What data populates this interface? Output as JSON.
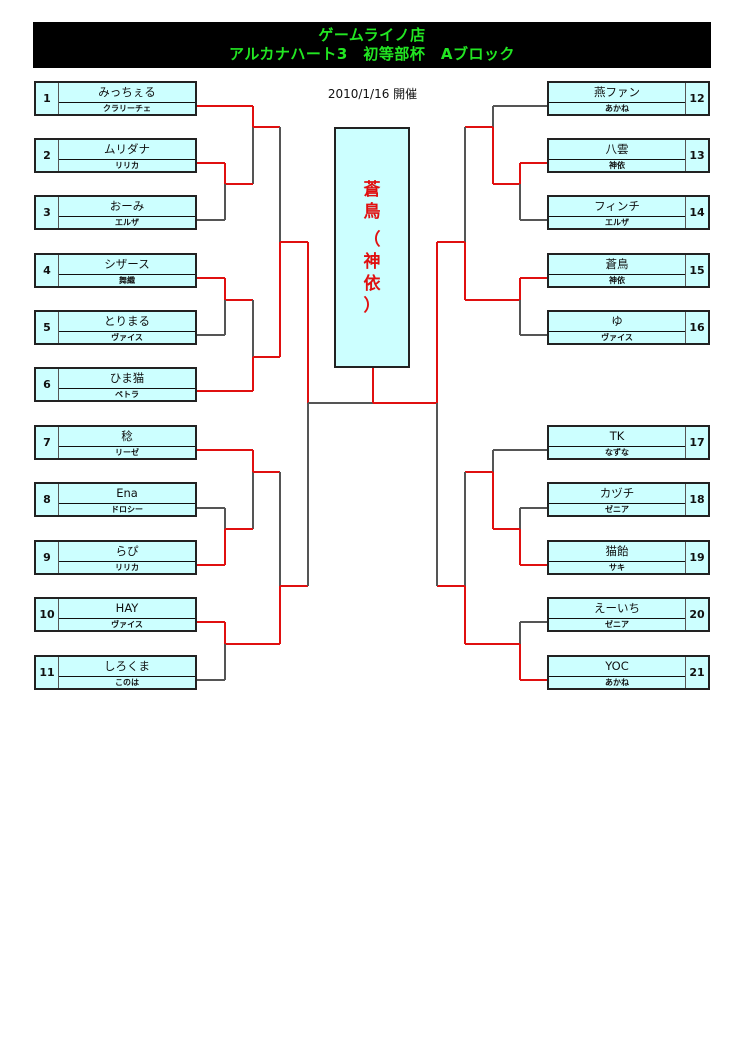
{
  "header": {
    "title_line1": "ゲームライノ店",
    "title_line2": "アルカナハート3　初等部杯　Aブロック"
  },
  "date_label": "2010/1/16  開催",
  "winner": {
    "name": "蒼鳥",
    "character": "神依",
    "vertical_text": [
      "蒼",
      "鳥",
      "（",
      "神",
      "依",
      "）"
    ]
  },
  "colors": {
    "win_line": "#e01010",
    "lose_line": "#555555",
    "box_fill": "#ccffff",
    "header_bg": "#000000",
    "header_text": "#22e622"
  },
  "left_players": [
    {
      "num": "1",
      "name": "みっちぇる",
      "character": "クラリーチェ"
    },
    {
      "num": "2",
      "name": "ムリダナ",
      "character": "リリカ"
    },
    {
      "num": "3",
      "name": "おーみ",
      "character": "エルザ"
    },
    {
      "num": "4",
      "name": "シザース",
      "character": "舞織"
    },
    {
      "num": "5",
      "name": "とりまる",
      "character": "ヴァイス"
    },
    {
      "num": "6",
      "name": "ひま猫",
      "character": "ペトラ"
    },
    {
      "num": "7",
      "name": "稔",
      "character": "リーゼ"
    },
    {
      "num": "8",
      "name": "Ena",
      "character": "ドロシー"
    },
    {
      "num": "9",
      "name": "らぴ",
      "character": "リリカ"
    },
    {
      "num": "10",
      "name": "HAY",
      "character": "ヴァイス"
    },
    {
      "num": "11",
      "name": "しろくま",
      "character": "このは"
    }
  ],
  "right_players": [
    {
      "num": "12",
      "name": "燕ファン",
      "character": "あかね"
    },
    {
      "num": "13",
      "name": "八雲",
      "character": "神依"
    },
    {
      "num": "14",
      "name": "フィンチ",
      "character": "エルザ"
    },
    {
      "num": "15",
      "name": "蒼鳥",
      "character": "神依"
    },
    {
      "num": "16",
      "name": "ゆ",
      "character": "ヴァイス"
    },
    {
      "num": "17",
      "name": "TK",
      "character": "なずな"
    },
    {
      "num": "18",
      "name": "カヅチ",
      "character": "ゼニア"
    },
    {
      "num": "19",
      "name": "猫飴",
      "character": "サキ"
    },
    {
      "num": "20",
      "name": "えーいち",
      "character": "ゼニア"
    },
    {
      "num": "21",
      "name": "YOC",
      "character": "あかね"
    }
  ]
}
